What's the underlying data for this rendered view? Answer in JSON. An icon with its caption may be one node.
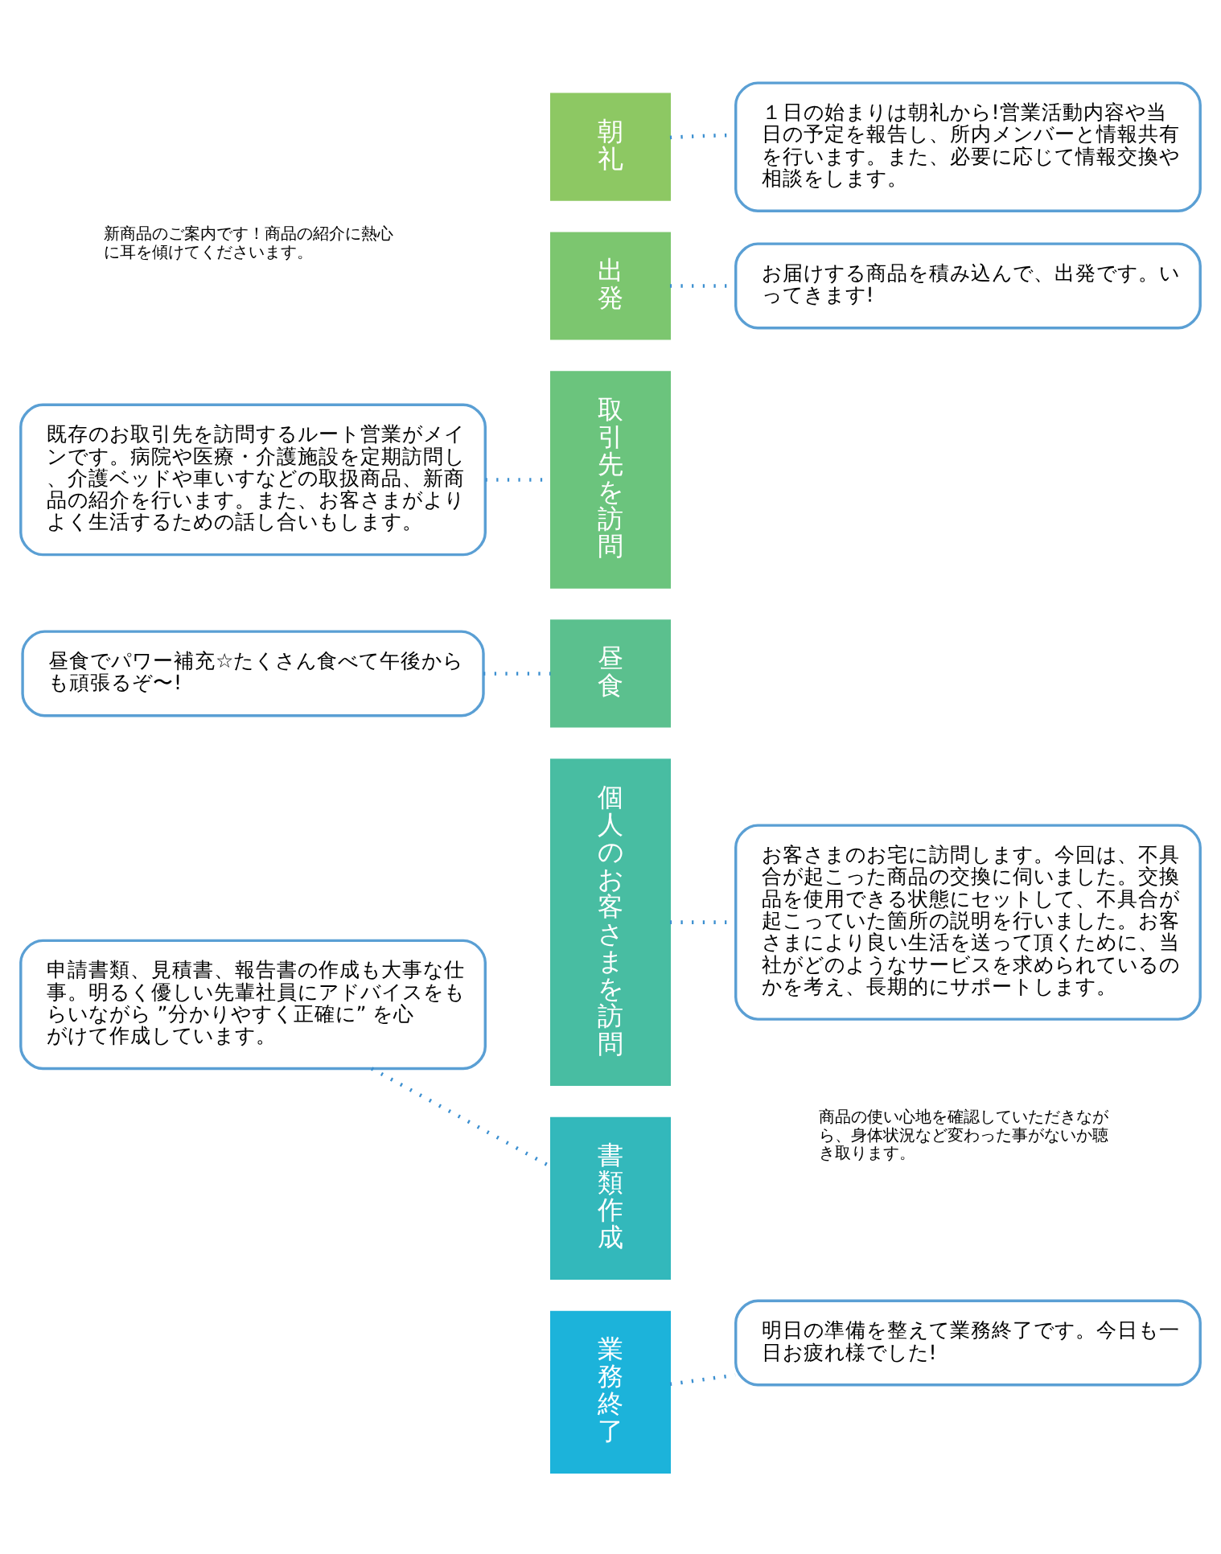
{
  "diagram": {
    "nodes": [
      {
        "text": [
          "朝礼"
        ]
      },
      {
        "text": [
          "出発"
        ]
      },
      {
        "text": [
          "取引先を訪問"
        ]
      },
      {
        "text": [
          "昼食"
        ]
      },
      {
        "text": [
          "個人のお客さまを訪問"
        ]
      },
      {
        "text": [
          "書類作成"
        ]
      },
      {
        "text": [
          "業務終了"
        ]
      },
      {
        "text": [
          "１日の始まりは朝礼から!営業活動内容や当日の予定を報告し、所内メンバーと情報共有を行います。また、必要に応じて情報交換や相談をします。"
        ]
      },
      {
        "text": [
          "お届けする商品を積み込んで、出発です。いってきます!"
        ]
      },
      {
        "text": [
          "既存のお取引先を訪問するルート営業がメインです。病院や医療・介護施設を定期訪問し、介護ベッドや車いすなどの取扱商品、新商品の紹介を行います。また、お客さまがよりよく生活するための話し合いもします。"
        ]
      },
      {
        "text": [
          "昼食でパワー補充☆たくさん食べて午後からも頑張るぞ〜!"
        ]
      },
      {
        "text": [
          "お客さまのお宅に訪問します。今回は、不具合が起こった商品の交換に伺いました。交換品を使用できる状態にセットして、不具合が起こっていた箇所の説明を行いました。お客さまにより良い生活を送って頂くために、当社がどのようなサービスを求められているのかを考え、長期的にサポートします。"
        ]
      },
      {
        "text": [
          "申請書類、見積書、報告書の作成も大事な仕事。明るく優しい先輩社員にアドバイスをもらいながら ”分かりやすく正確に” を心がけて作成しています。"
        ]
      },
      {
        "text": [
          "明日の準備を整えて業務終了です。今日も一日お疲れ様でした!"
        ]
      }
    ],
    "edges": [
      {
        "from": 0,
        "to": 7,
        "arrow": "none"
      },
      {
        "from": 1,
        "to": 8,
        "arrow": "none"
      },
      {
        "from": 9,
        "to": 2,
        "arrow": "none"
      },
      {
        "from": 10,
        "to": 3,
        "arrow": "none"
      },
      {
        "from": 4,
        "to": 11,
        "arrow": "none"
      },
      {
        "from": 12,
        "to": 5,
        "arrow": "none"
      },
      {
        "from": 6,
        "to": 13,
        "arrow": "none"
      }
    ],
    "labels": [
      "新商品のご案内です！商品の紹介に熱心に耳を傾けてくださいます。",
      "商品の使い心地を確認していただきながら、身体状況など変わった事がないか聴き取ります。"
    ]
  }
}
